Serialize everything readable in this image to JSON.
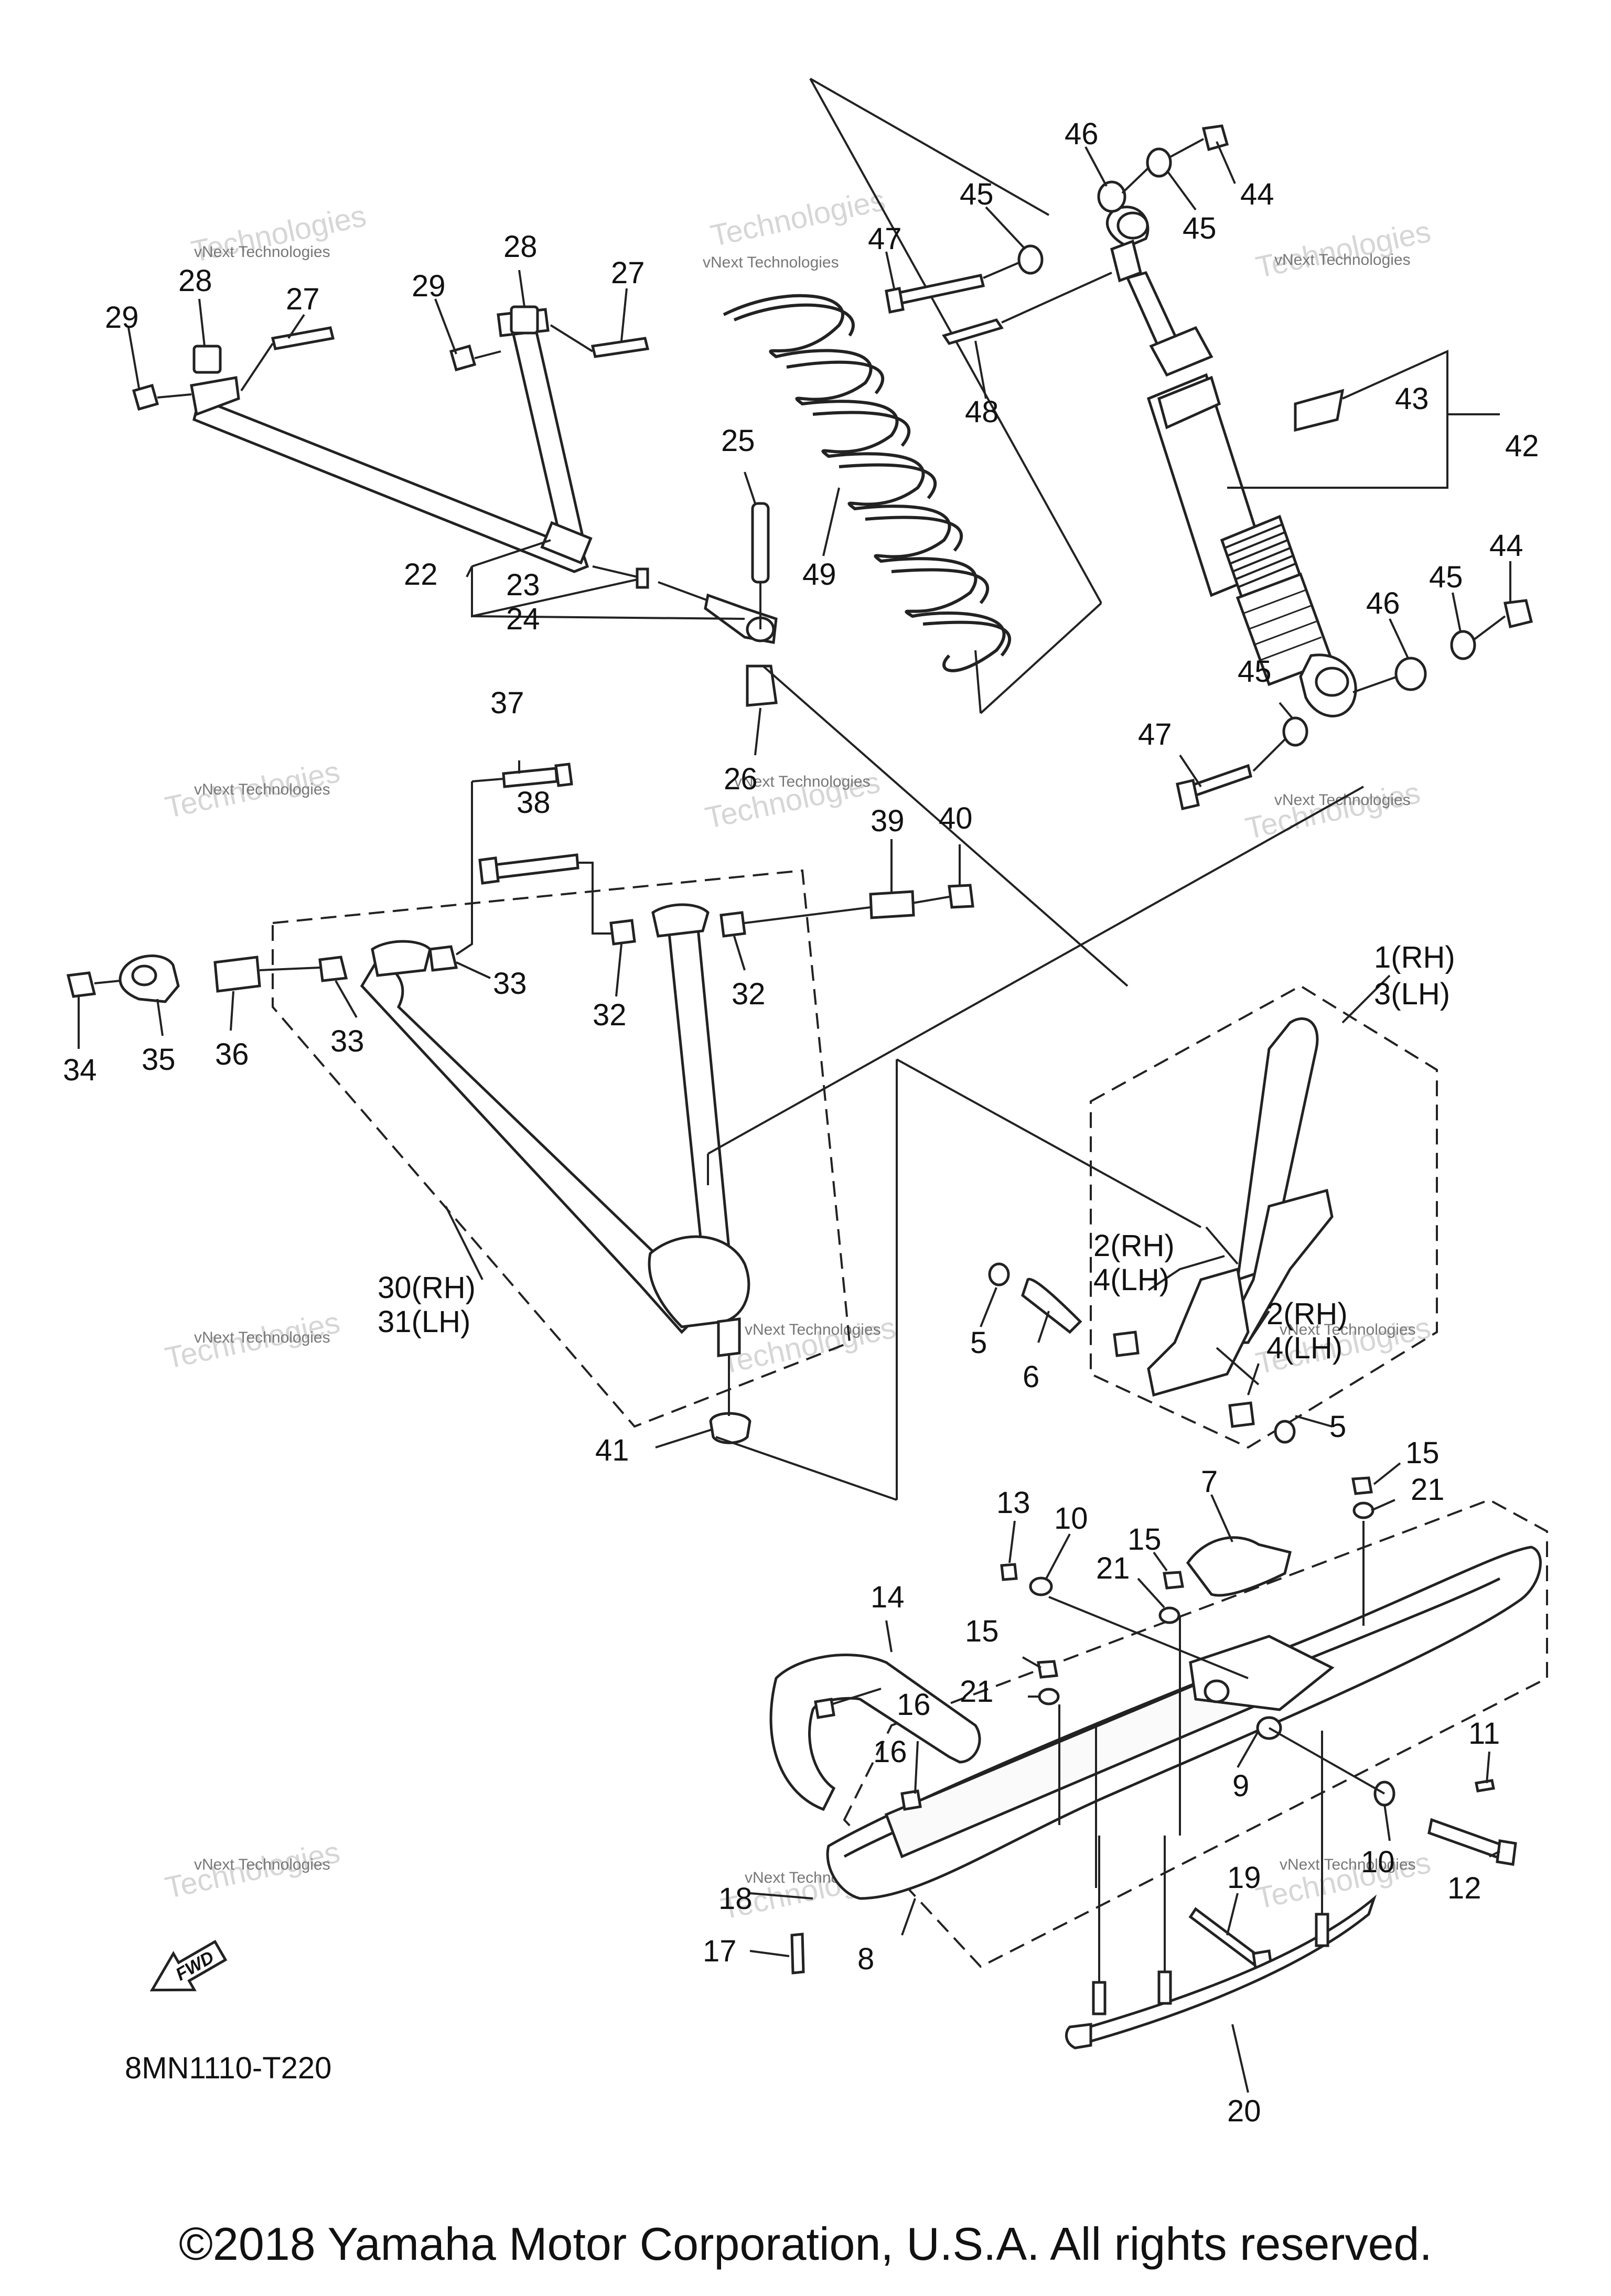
{
  "diagram": {
    "watermark": "vNext Technologies",
    "watermark_big": "Technologies",
    "fwd_label": "FWD",
    "code": "8MN1110-T220",
    "copyright": "©2018 Yamaha Motor Corporation, U.S.A. All rights reserved.",
    "callouts": {
      "c29a": "29",
      "c28a": "28",
      "c27a": "27",
      "c29b": "29",
      "c28b": "28",
      "c27b": "27",
      "c47a": "47",
      "c45a": "45",
      "c46a": "46",
      "c45b": "45",
      "c44a": "44",
      "c48": "48",
      "c49": "49",
      "c25": "25",
      "c43": "43",
      "c42": "42",
      "c44b": "44",
      "c45c": "45",
      "c46b": "46",
      "c45d": "45",
      "c47b": "47",
      "c22": "22",
      "c23": "23",
      "c24": "24",
      "c26": "26",
      "c37": "37",
      "c38": "38",
      "c39": "39",
      "c40": "40",
      "c34": "34",
      "c35": "35",
      "c36": "36",
      "c33a": "33",
      "c33b": "33",
      "c32a": "32",
      "c32b": "32",
      "c1": "1(RH)",
      "c3": "3(LH)",
      "c2a": "2(RH)",
      "c4a": "4(LH)",
      "c2b": "2(RH)",
      "c4b": "4(LH)",
      "c5a": "5",
      "c6": "6",
      "c5b": "5",
      "c30": "30(RH)",
      "c31": "31(LH)",
      "c41": "41",
      "c7": "7",
      "c13": "13",
      "c10a": "10",
      "c15a": "15",
      "c21a": "21",
      "c15b": "15",
      "c21b": "21",
      "c15c": "15",
      "c21c": "21",
      "c14": "14",
      "c16a": "16",
      "c16b": "16",
      "c9": "9",
      "c11": "11",
      "c10b": "10",
      "c12": "12",
      "c18": "18",
      "c17": "17",
      "c8": "8",
      "c19": "19",
      "c20": "20"
    }
  }
}
